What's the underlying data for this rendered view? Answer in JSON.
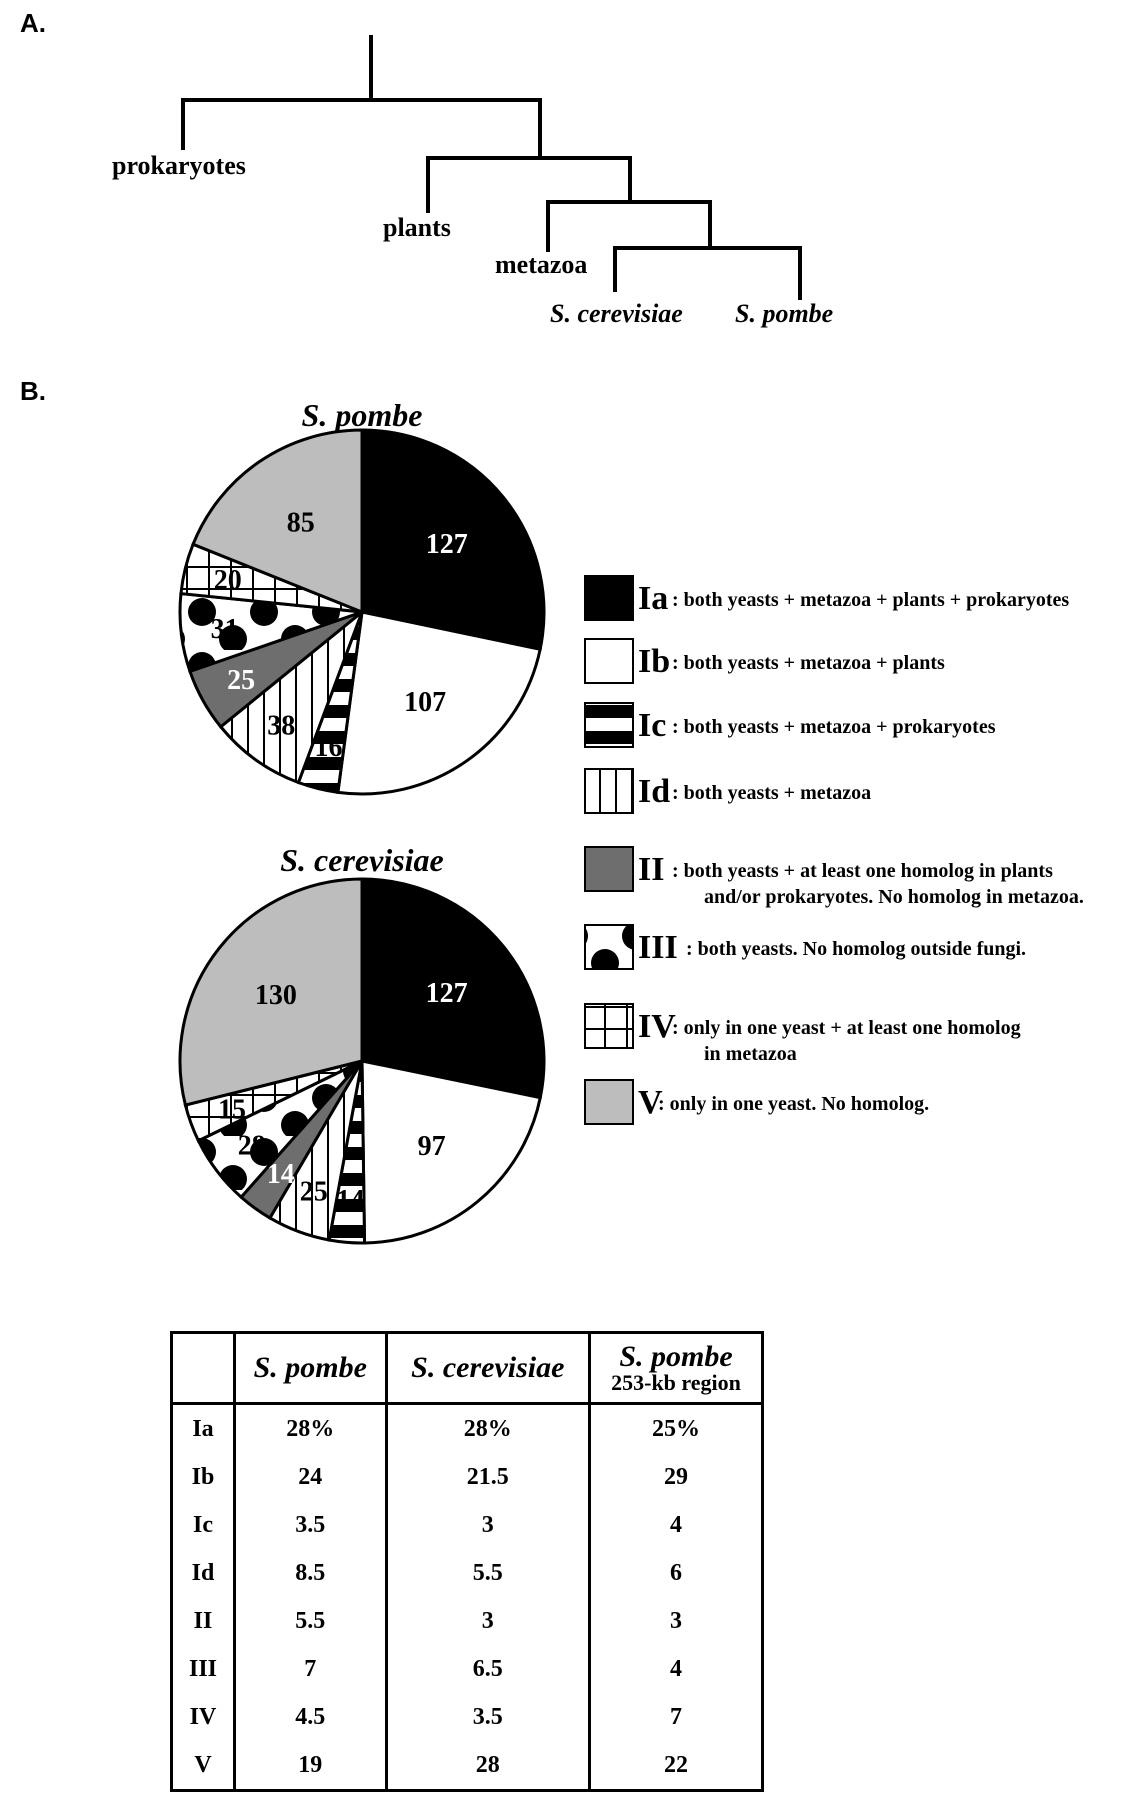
{
  "panel_a": {
    "label": "A.",
    "taxa": {
      "prokaryotes": "prokaryotes",
      "plants": "plants",
      "metazoa": "metazoa",
      "s_cerevisiae": "S. cerevisiae",
      "s_pombe": "S. pombe"
    }
  },
  "panel_b": {
    "label": "B."
  },
  "legend": [
    {
      "code": "Ia",
      "lines": [
        ": both yeasts + metazoa + plants + prokaryotes"
      ],
      "pattern": "black"
    },
    {
      "code": "Ib",
      "lines": [
        ": both yeasts + metazoa + plants"
      ],
      "pattern": "white"
    },
    {
      "code": "Ic",
      "lines": [
        ": both yeasts + metazoa + prokaryotes"
      ],
      "pattern": "half-black"
    },
    {
      "code": "Id",
      "lines": [
        ": both yeasts + metazoa"
      ],
      "pattern": "vertical-lines"
    },
    {
      "code": "II",
      "lines": [
        ": both yeasts + at least one homolog in plants",
        "and/or prokaryotes. No homolog in metazoa."
      ],
      "pattern": "dark-gray"
    },
    {
      "code": "III",
      "lines": [
        ": both yeasts. No homolog outside fungi."
      ],
      "pattern": "black-dots"
    },
    {
      "code": "IV",
      "lines": [
        ": only in one yeast + at least one homolog",
        "in metazoa"
      ],
      "pattern": "grid"
    },
    {
      "code": "V",
      "lines": [
        ": only in one yeast. No homolog."
      ],
      "pattern": "light-gray"
    }
  ],
  "colors": {
    "black": "#000000",
    "white": "#ffffff",
    "dark_gray": "#6e6e6e",
    "light_gray": "#bdbdbd"
  },
  "chart_data": [
    {
      "type": "pie",
      "title": "S. pombe",
      "categories": [
        "Ia",
        "Ib",
        "Ic",
        "Id",
        "II",
        "III",
        "IV",
        "V"
      ],
      "values": [
        127,
        107,
        16,
        38,
        25,
        31,
        20,
        85
      ],
      "labels": [
        "127",
        "107",
        "16",
        "38",
        "25",
        "31",
        "20",
        "85"
      ]
    },
    {
      "type": "pie",
      "title": "S. cerevisiae",
      "categories": [
        "Ia",
        "Ib",
        "Ic",
        "Id",
        "II",
        "III",
        "IV",
        "V"
      ],
      "values": [
        127,
        97,
        14,
        25,
        14,
        28,
        15,
        130
      ],
      "labels": [
        "127",
        "97",
        "14",
        "25",
        "14",
        "28",
        "15",
        "130"
      ]
    },
    {
      "type": "table",
      "columns": [
        {
          "title": "S. pombe",
          "subtitle": ""
        },
        {
          "title": "S. cerevisiae",
          "subtitle": ""
        },
        {
          "title": "S. pombe",
          "subtitle": "253-kb region"
        }
      ],
      "rows": [
        {
          "label": "Ia",
          "values": [
            "28%",
            "28%",
            "25%"
          ]
        },
        {
          "label": "Ib",
          "values": [
            "24",
            "21.5",
            "29"
          ]
        },
        {
          "label": "Ic",
          "values": [
            "3.5",
            "3",
            "4"
          ]
        },
        {
          "label": "Id",
          "values": [
            "8.5",
            "5.5",
            "6"
          ]
        },
        {
          "label": "II",
          "values": [
            "5.5",
            "3",
            "3"
          ]
        },
        {
          "label": "III",
          "values": [
            "7",
            "6.5",
            "4"
          ]
        },
        {
          "label": "IV",
          "values": [
            "4.5",
            "3.5",
            "7"
          ]
        },
        {
          "label": "V",
          "values": [
            "19",
            "28",
            "22"
          ]
        }
      ]
    }
  ]
}
